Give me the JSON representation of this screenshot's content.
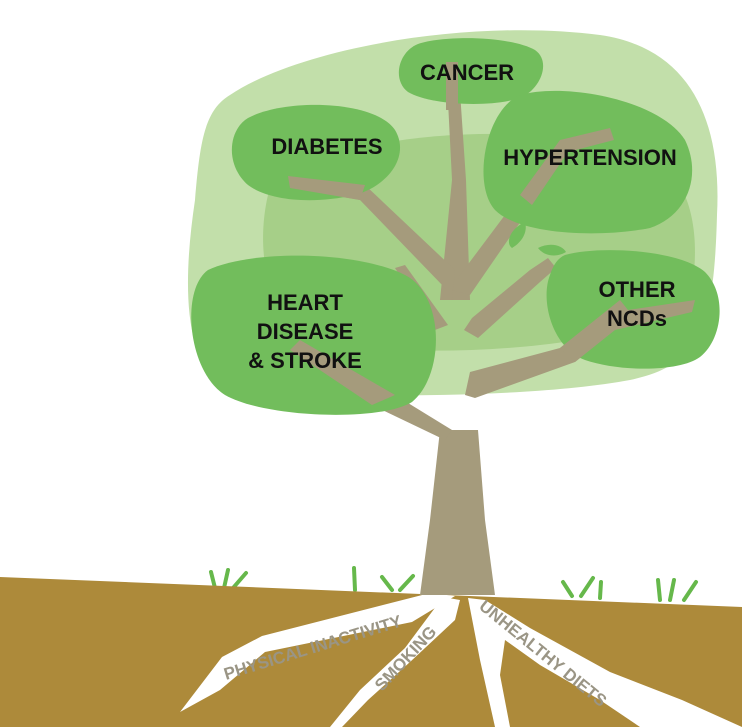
{
  "colors": {
    "canopy_light": "#c2dfaa",
    "canopy_mid": "#a6cf88",
    "foliage": "#72bd5c",
    "trunk": "#a59b7c",
    "soil": "#ad8a3a",
    "root_fill": "#ffffff",
    "grass": "#66b84b",
    "root_text": "#9a9585",
    "label_text": "#111111"
  },
  "diseases": {
    "cancer": "CANCER",
    "diabetes": "DIABETES",
    "hypertension": "HYPERTENSION",
    "heart_line1": "HEART",
    "heart_line2": "DISEASE",
    "heart_line3": "& STROKE",
    "other_line1": "OTHER",
    "other_line2": "NCDs"
  },
  "risk_factors": {
    "physical_inactivity": "PHYSICAL INACTIVITY",
    "smoking": "SMOKING",
    "unhealthy_diets": "UNHEALTHY DIETS"
  }
}
